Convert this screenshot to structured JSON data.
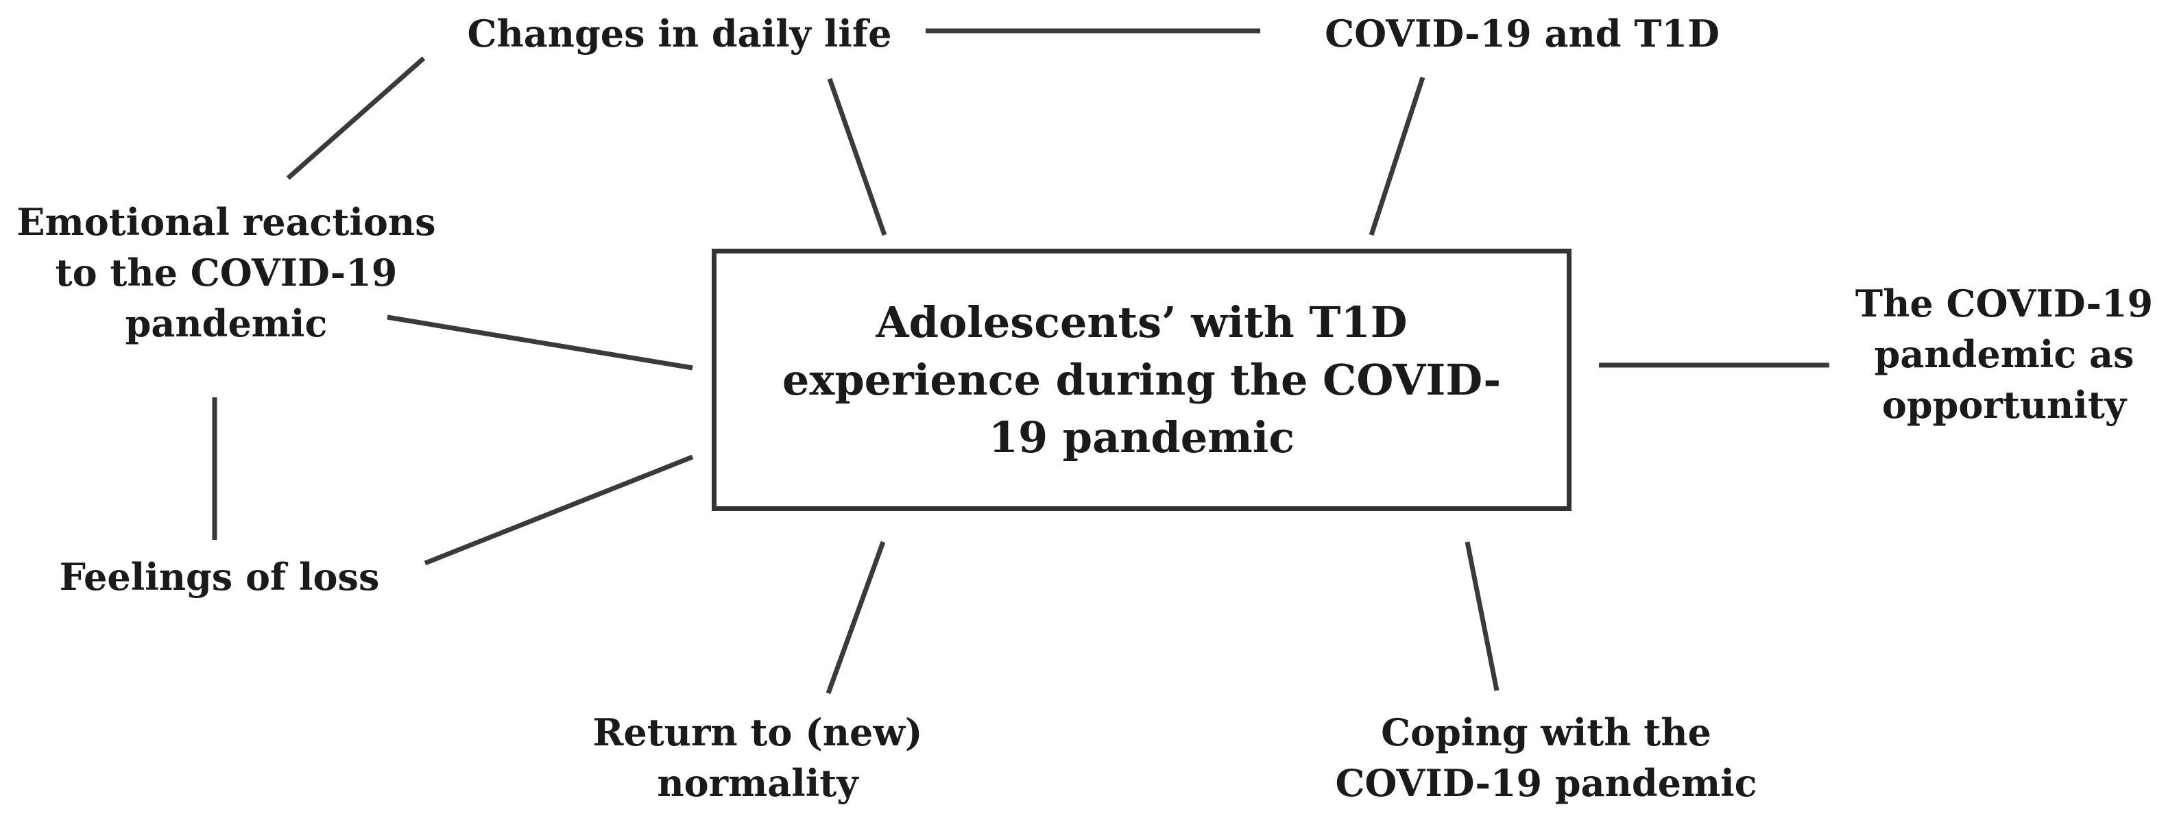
{
  "diagram": {
    "center": {
      "lines": [
        "Adolescents’ with T1D",
        "experience during the COVID-",
        "19 pandemic"
      ]
    },
    "nodes": {
      "changes_daily_life": {
        "lines": [
          "Changes in daily life"
        ]
      },
      "covid_t1d": {
        "lines": [
          "COVID-19 and T1D"
        ]
      },
      "emotional_reactions": {
        "lines": [
          "Emotional reactions",
          "to the COVID-19",
          "pandemic"
        ]
      },
      "opportunity": {
        "lines": [
          "The COVID-19",
          "pandemic as",
          "opportunity"
        ]
      },
      "feelings_loss": {
        "lines": [
          "Feelings of loss"
        ]
      },
      "return_normality": {
        "lines": [
          "Return to (new)",
          "normality"
        ]
      },
      "coping": {
        "lines": [
          "Coping with the",
          "COVID-19 pandemic"
        ]
      }
    },
    "line_color": "#3a3a3a",
    "text_color": "#1a1a1a"
  }
}
